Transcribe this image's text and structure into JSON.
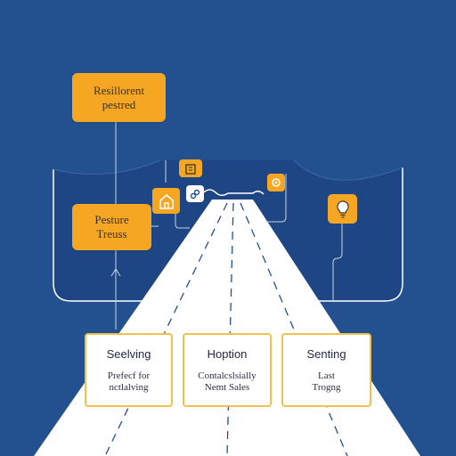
{
  "tags": {
    "top": {
      "line1": "Resillorent",
      "line2": "pestred"
    },
    "middle": {
      "line1": "Pesture",
      "line2": "Treuss"
    }
  },
  "cards": [
    {
      "title": "Seelving",
      "line1": "Prefecf for",
      "line2": "nctlalving"
    },
    {
      "title": "Hoption",
      "line1": "Contalcslsially",
      "line2": "Nemt Sales"
    },
    {
      "title": "Senting",
      "line1": "Last",
      "line2": "Trogng"
    }
  ],
  "colors": {
    "background": "#23508f",
    "accent": "#f5a623",
    "road": "#ffffff",
    "card_border": "#f1c14b"
  },
  "icons": [
    "home-icon",
    "building-icon",
    "link-icon",
    "settings-icon",
    "lightbulb-icon"
  ]
}
